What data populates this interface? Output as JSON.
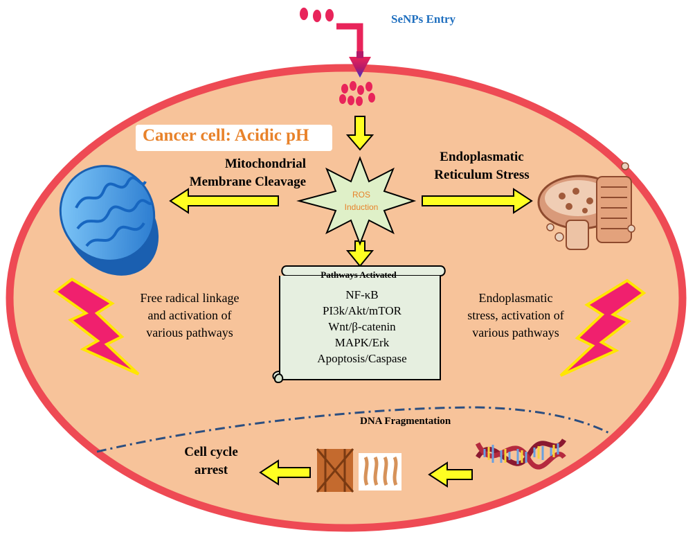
{
  "entry": {
    "label": "SeNPs Entry"
  },
  "cell": {
    "label": "Cancer cell: Acidic pH"
  },
  "ros": {
    "line1": "ROS",
    "line2": "Induction"
  },
  "mito": {
    "line1": "Mitochondrial",
    "line2": "Membrane Cleavage"
  },
  "er": {
    "line1": "Endoplasmatic",
    "line2": "Reticulum Stress"
  },
  "pathways": {
    "title": "Pathways Activated",
    "items": [
      "NF-κB",
      "PI3k/Akt/mTOR",
      "Wnt/β-catenin",
      "MAPK/Erk",
      "Apoptosis/Caspase"
    ]
  },
  "left_desc": {
    "line1": "Free radical linkage",
    "line2": "and activation of",
    "line3": "various pathways"
  },
  "right_desc": {
    "line1": "Endoplasmatic",
    "line2": "stress, activation of",
    "line3": "various pathways"
  },
  "dna": {
    "label": "DNA Fragmentation"
  },
  "cycle": {
    "line1": "Cell cycle",
    "line2": "arrest"
  },
  "colors": {
    "cell_fill": "#f7c39a",
    "membrane": "#ee4a54",
    "arrow_fill": "#ffff22",
    "nanoparticle": "#e8245a",
    "mitochondria": "#2d8fe0",
    "lightning": "#f0206e",
    "entry_text": "#1f6fbf",
    "cell_label": "#e8822a"
  },
  "icons": [
    "nanoparticle-icon",
    "entry-arrow-icon",
    "ros-starburst-icon",
    "mitochondria-icon",
    "er-icon",
    "lightning-icon",
    "dna-helix-icon",
    "chromatin-fragments-icon",
    "scroll-icon"
  ]
}
